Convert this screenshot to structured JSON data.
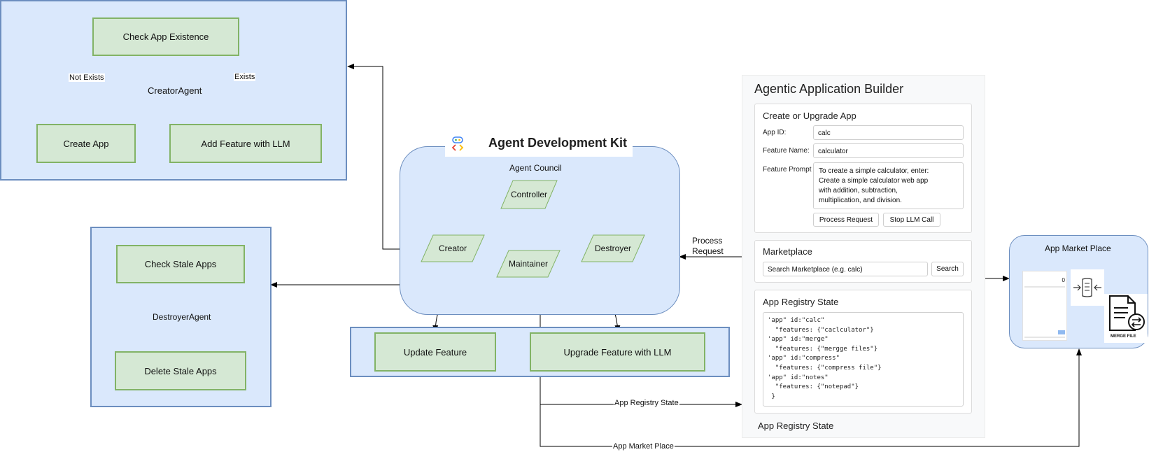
{
  "creator_panel": {
    "title": "CreatorAgent",
    "check": "Check App Existence",
    "create": "Create App",
    "add_feature": "Add Feature with LLM",
    "edge_not_exists": "Not Exists",
    "edge_exists": "Exists"
  },
  "destroyer_panel": {
    "title": "DestroyerAgent",
    "check": "Check Stale Apps",
    "delete": "Delete Stale Apps"
  },
  "adk": {
    "title": "Agent Development Kit",
    "council": "Agent Council",
    "controller": "Controller",
    "creator": "Creator",
    "maintainer": "Maintainer",
    "destroyer": "Destroyer"
  },
  "maintainer_panel": {
    "update": "Update Feature",
    "upgrade": "Upgrade Feature with LLM"
  },
  "edges": {
    "process_request_line1": "Process",
    "process_request_line2": "Request",
    "app_registry_state": "App Registry State",
    "app_market_place": "App Market Place"
  },
  "builder": {
    "title": "Agentic Application Builder",
    "create_section": {
      "title": "Create or Upgrade App",
      "app_id_label": "App ID:",
      "app_id_value": "calc",
      "feature_name_label": "Feature Name:",
      "feature_name_value": "calculator",
      "feature_prompt_label": "Feature Prompt",
      "prompt_lines": [
        "To create a simple calculator, enter:",
        "Create a simple calculator web app",
        "with addition, subtraction,",
        "multiplication, and division."
      ],
      "process_button": "Process Request",
      "stop_button": "Stop LLM Call"
    },
    "marketplace": {
      "title": "Marketplace",
      "search_placeholder": "Search Marketplace (e.g. calc)",
      "search_button": "Search"
    },
    "registry": {
      "title": "App Registry State",
      "lines": [
        "'app\" id:\"calc\"",
        "  \"features: {\"caclculator\"}",
        "'app\" id:\"merge\"",
        "  \"features: {\"mergge files\"}",
        "'app\" id:\"compress\"",
        "  \"features: {\"compress file\"}",
        "'app\" id:\"notes\"",
        "  \"features: {\"notepad\"}",
        " }"
      ]
    },
    "footer": "App Registry State"
  },
  "market": {
    "title": "App Market Place",
    "calc_display": "0",
    "merge_file_label": "MERGE FILE"
  },
  "colors": {
    "panel_fill": "#dae8fc",
    "panel_stroke": "#6c8ebf",
    "box_fill": "#d5e8d4",
    "box_stroke": "#82b366"
  }
}
